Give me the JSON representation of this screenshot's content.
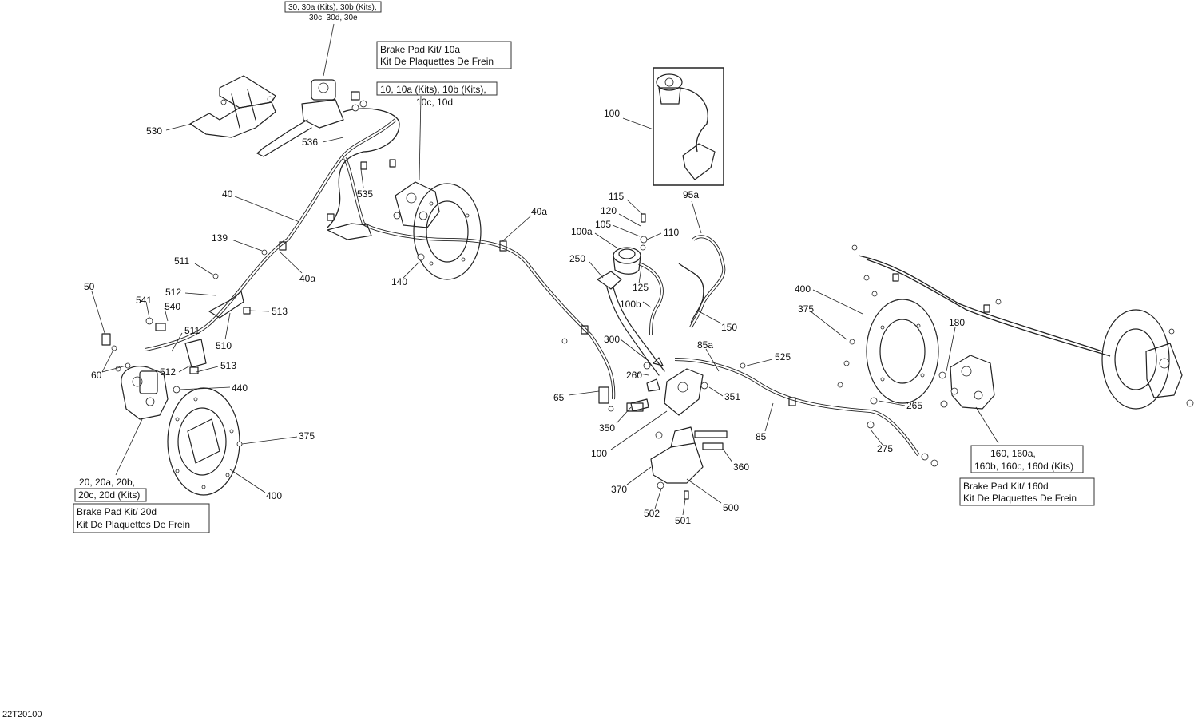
{
  "figure_id": "22T20100",
  "callouts": [
    "530",
    "536",
    "535",
    "40",
    "40a",
    "139",
    "140",
    "511",
    "512",
    "540",
    "541",
    "513",
    "510",
    "511",
    "512",
    "513",
    "440",
    "50",
    "60",
    "375",
    "400",
    "100",
    "95a",
    "115",
    "120",
    "105",
    "110",
    "100a",
    "250",
    "125",
    "100b",
    "150",
    "40a",
    "300",
    "260",
    "65",
    "350",
    "85a",
    "525",
    "351",
    "100",
    "85",
    "265",
    "275",
    "360",
    "370",
    "502",
    "501",
    "500",
    "400",
    "375",
    "180"
  ],
  "boxes": {
    "b1": [
      "30, 30a (Kits), 30b (Kits),",
      "30c, 30d, 30e"
    ],
    "b2": [
      "Brake Pad Kit/ 10a",
      "Kit De Plaquettes De Frein"
    ],
    "b3": [
      "10, 10a (Kits), 10b (Kits),",
      "10c, 10d"
    ],
    "b4": [
      "20, 20a, 20b,",
      "20c, 20d (Kits)"
    ],
    "b5": [
      "Brake Pad Kit/ 20d",
      "Kit De Plaquettes De Frein"
    ],
    "b6": [
      "160, 160a,",
      "160b, 160c, 160d (Kits)"
    ],
    "b7": [
      "Brake Pad Kit/ 160d",
      "Kit De Plaquettes De Frein"
    ]
  }
}
